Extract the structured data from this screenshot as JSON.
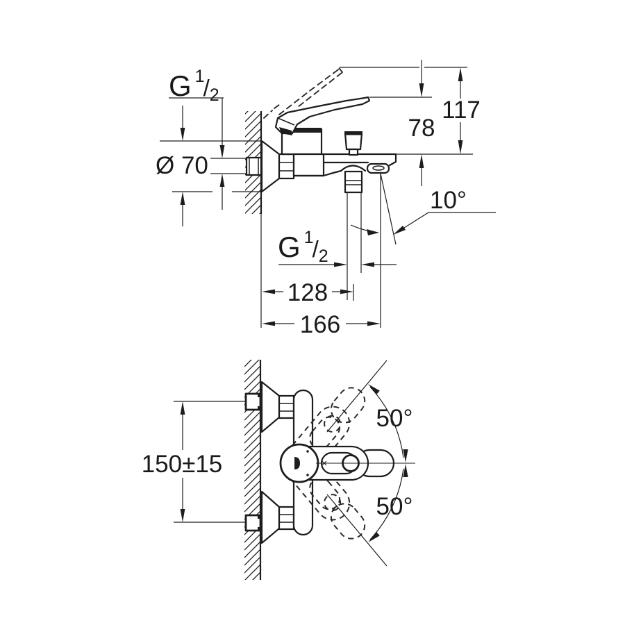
{
  "colors": {
    "line": "#1d1d1d",
    "background": "#ffffff",
    "text": "#1a1a1a"
  },
  "side_view": {
    "wall_thread": {
      "symbol": "G",
      "numerator": "1",
      "separator": "/",
      "denominator": "2"
    },
    "escutcheon_diameter": "Ø 70",
    "overall_height": "117",
    "lever_height": "78",
    "outlet_angle": "10°",
    "outlet_thread": {
      "symbol": "G",
      "numerator": "1",
      "separator": "/",
      "denominator": "2"
    },
    "wall_to_outlet_center": "128",
    "wall_to_spout_tip": "166"
  },
  "front_view": {
    "connection_spacing": "150±15",
    "lever_swing_upper": "50°",
    "lever_swing_lower": "50°"
  }
}
